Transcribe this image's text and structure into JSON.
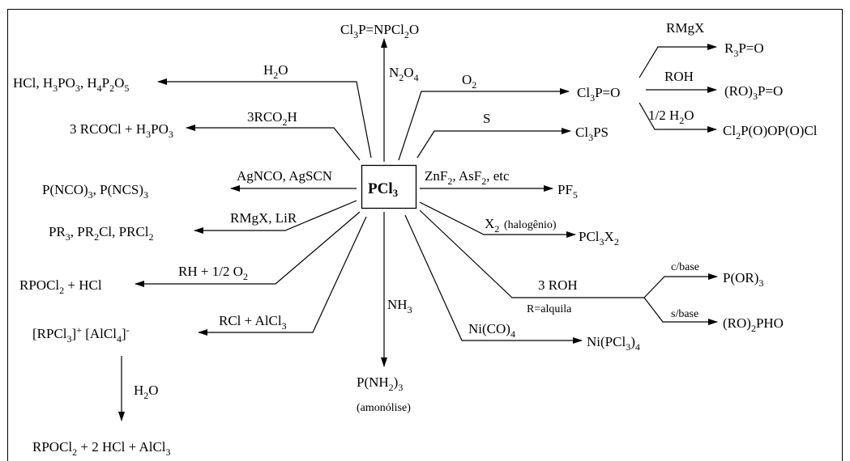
{
  "center": {
    "base": "PCl",
    "sub": "3"
  },
  "products": {
    "top": [
      {
        "t": "Cl"
      },
      {
        "t": "3",
        "s": "sub"
      },
      {
        "t": "P=NPCl"
      },
      {
        "t": "2",
        "s": "sub"
      },
      {
        "t": "O"
      }
    ],
    "hcl_phos": [
      {
        "t": "HCl, H"
      },
      {
        "t": "3",
        "s": "sub"
      },
      {
        "t": "PO"
      },
      {
        "t": "3",
        "s": "sub"
      },
      {
        "t": ", H"
      },
      {
        "t": "4",
        "s": "sub"
      },
      {
        "t": "P"
      },
      {
        "t": "2",
        "s": "sub"
      },
      {
        "t": "O"
      },
      {
        "t": "5",
        "s": "sub"
      }
    ],
    "rcocl": [
      {
        "t": "3 RCOCl + H"
      },
      {
        "t": "3",
        "s": "sub"
      },
      {
        "t": "PO"
      },
      {
        "t": "3",
        "s": "sub"
      }
    ],
    "pnco": [
      {
        "t": "P(NCO)"
      },
      {
        "t": "3",
        "s": "sub"
      },
      {
        "t": ", P(NCS)"
      },
      {
        "t": "3",
        "s": "sub"
      }
    ],
    "pr3": [
      {
        "t": "PR"
      },
      {
        "t": "3",
        "s": "sub"
      },
      {
        "t": ", PR"
      },
      {
        "t": "2",
        "s": "sub"
      },
      {
        "t": "Cl, PRCl"
      },
      {
        "t": "2",
        "s": "sub"
      }
    ],
    "rpocl2": [
      {
        "t": "RPOCl"
      },
      {
        "t": "2",
        "s": "sub"
      },
      {
        "t": " + HCl"
      }
    ],
    "rpcl3_complex": [
      {
        "t": "[RPCl"
      },
      {
        "t": "3",
        "s": "sub"
      },
      {
        "t": "]"
      },
      {
        "t": "+",
        "s": "sup"
      },
      {
        "t": " [AlCl"
      },
      {
        "t": "4",
        "s": "sub"
      },
      {
        "t": "]"
      },
      {
        "t": "-",
        "s": "sup"
      }
    ],
    "final_bottom": [
      {
        "t": "RPOCl"
      },
      {
        "t": "2",
        "s": "sub"
      },
      {
        "t": " + 2 HCl + AlCl"
      },
      {
        "t": "3",
        "s": "sub"
      }
    ],
    "pnh2": [
      {
        "t": "P(NH"
      },
      {
        "t": "2",
        "s": "sub"
      },
      {
        "t": ")"
      },
      {
        "t": "3",
        "s": "sub"
      }
    ],
    "amonolise": [
      {
        "t": "(amonólise)"
      }
    ],
    "cl3po": [
      {
        "t": "Cl"
      },
      {
        "t": "3",
        "s": "sub"
      },
      {
        "t": "P=O"
      }
    ],
    "r3po": [
      {
        "t": "R"
      },
      {
        "t": "3",
        "s": "sub"
      },
      {
        "t": "P=O"
      }
    ],
    "ro3po": [
      {
        "t": "(RO)"
      },
      {
        "t": "3",
        "s": "sub"
      },
      {
        "t": "P=O"
      }
    ],
    "cl2popocl": [
      {
        "t": "Cl"
      },
      {
        "t": "2",
        "s": "sub"
      },
      {
        "t": "P(O)OP(O)Cl"
      }
    ],
    "cl3ps": [
      {
        "t": "Cl"
      },
      {
        "t": "3",
        "s": "sub"
      },
      {
        "t": "PS"
      }
    ],
    "pf5": [
      {
        "t": "PF"
      },
      {
        "t": "5",
        "s": "sub"
      }
    ],
    "pcl3x2": [
      {
        "t": "PCl"
      },
      {
        "t": "3",
        "s": "sub"
      },
      {
        "t": "X"
      },
      {
        "t": "2",
        "s": "sub"
      }
    ],
    "por3": [
      {
        "t": "P(OR)"
      },
      {
        "t": "3",
        "s": "sub"
      }
    ],
    "ro2pho": [
      {
        "t": "(RO)"
      },
      {
        "t": "2",
        "s": "sub"
      },
      {
        "t": "PHO"
      }
    ],
    "nipcl3": [
      {
        "t": "Ni(PCl"
      },
      {
        "t": "3",
        "s": "sub"
      },
      {
        "t": ")"
      },
      {
        "t": "4",
        "s": "sub"
      }
    ]
  },
  "reagents": {
    "n2o4": [
      {
        "t": "N"
      },
      {
        "t": "2",
        "s": "sub"
      },
      {
        "t": "O"
      },
      {
        "t": "4",
        "s": "sub"
      }
    ],
    "h2o": [
      {
        "t": "H"
      },
      {
        "t": "2",
        "s": "sub"
      },
      {
        "t": "O"
      }
    ],
    "rco2h": [
      {
        "t": "3RCO"
      },
      {
        "t": "2",
        "s": "sub"
      },
      {
        "t": "H"
      }
    ],
    "agnco": [
      {
        "t": "AgNCO, AgSCN"
      }
    ],
    "rmgx_lir": [
      {
        "t": "RMgX, LiR"
      }
    ],
    "rh_o2": [
      {
        "t": "RH + 1/2 O"
      },
      {
        "t": "2",
        "s": "sub"
      }
    ],
    "rcl_alcl3": [
      {
        "t": "RCl + AlCl"
      },
      {
        "t": "3",
        "s": "sub"
      }
    ],
    "h2o_bottom": [
      {
        "t": "H"
      },
      {
        "t": "2",
        "s": "sub"
      },
      {
        "t": "O"
      }
    ],
    "nh3": [
      {
        "t": "NH"
      },
      {
        "t": "3",
        "s": "sub"
      }
    ],
    "o2": [
      {
        "t": "O"
      },
      {
        "t": "2",
        "s": "sub"
      }
    ],
    "rmgx": [
      {
        "t": "RMgX"
      }
    ],
    "roh": [
      {
        "t": "ROH"
      }
    ],
    "half_h2o": [
      {
        "t": "1/2 H"
      },
      {
        "t": "2",
        "s": "sub"
      },
      {
        "t": "O"
      }
    ],
    "s": [
      {
        "t": "S"
      }
    ],
    "znf2": [
      {
        "t": "ZnF"
      },
      {
        "t": "2",
        "s": "sub"
      },
      {
        "t": ", AsF"
      },
      {
        "t": "2",
        "s": "sub"
      },
      {
        "t": ", etc"
      }
    ],
    "x2": [
      {
        "t": "X"
      },
      {
        "t": "2",
        "s": "sub"
      }
    ],
    "halogenio": [
      {
        "t": "(halogênio)"
      }
    ],
    "three_roh": [
      {
        "t": "3 ROH"
      }
    ],
    "r_alquila": [
      {
        "t": "R=alquila"
      }
    ],
    "c_base": [
      {
        "t": "c/base"
      }
    ],
    "s_base": [
      {
        "t": "s/base"
      }
    ],
    "nico4": [
      {
        "t": "Ni(CO)"
      },
      {
        "t": "4",
        "s": "sub"
      }
    ]
  }
}
